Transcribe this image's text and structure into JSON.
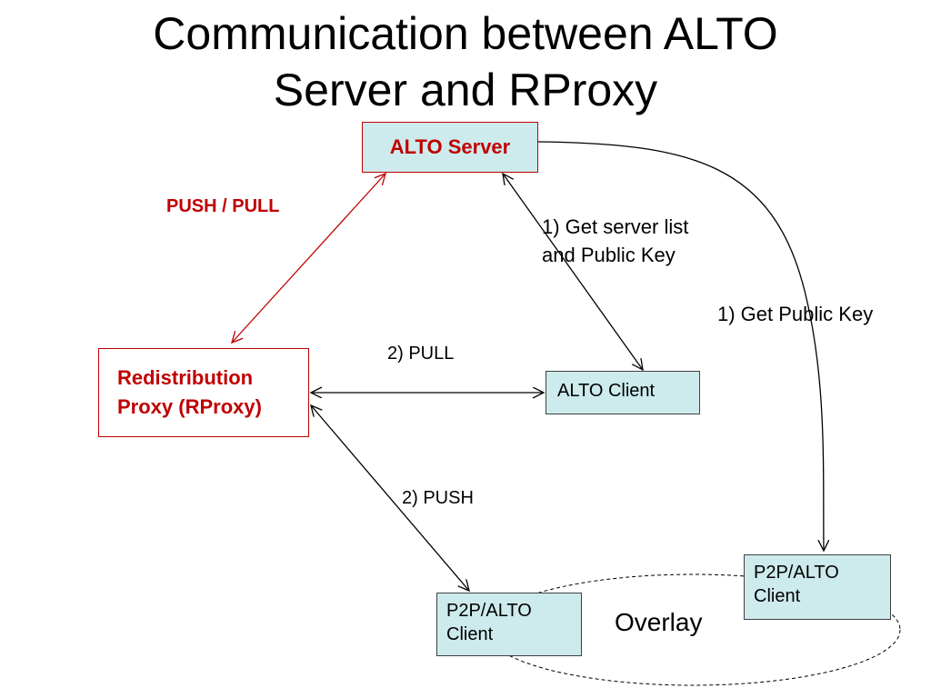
{
  "title": {
    "line1": "Communication between ALTO",
    "line2": "Server and RProxy"
  },
  "nodes": {
    "alto_server": "ALTO Server",
    "rproxy_line1": "Redistribution",
    "rproxy_line2": "Proxy (RProxy)",
    "alto_client": "ALTO Client",
    "p2p_left_line1": "P2P/ALTO",
    "p2p_left_line2": "Client",
    "p2p_right_line1": "P2P/ALTO",
    "p2p_right_line2": "Client"
  },
  "labels": {
    "push_pull": "PUSH / PULL",
    "get_server_list_line1": "1) Get server list",
    "get_server_list_line2": "and Public Key",
    "get_public_key": "1) Get Public Key",
    "pull": "2) PULL",
    "push": "2) PUSH",
    "overlay": "Overlay"
  },
  "colors": {
    "box_fill": "#cdeaec",
    "accent_red": "#c00000",
    "line_black": "#000000"
  }
}
